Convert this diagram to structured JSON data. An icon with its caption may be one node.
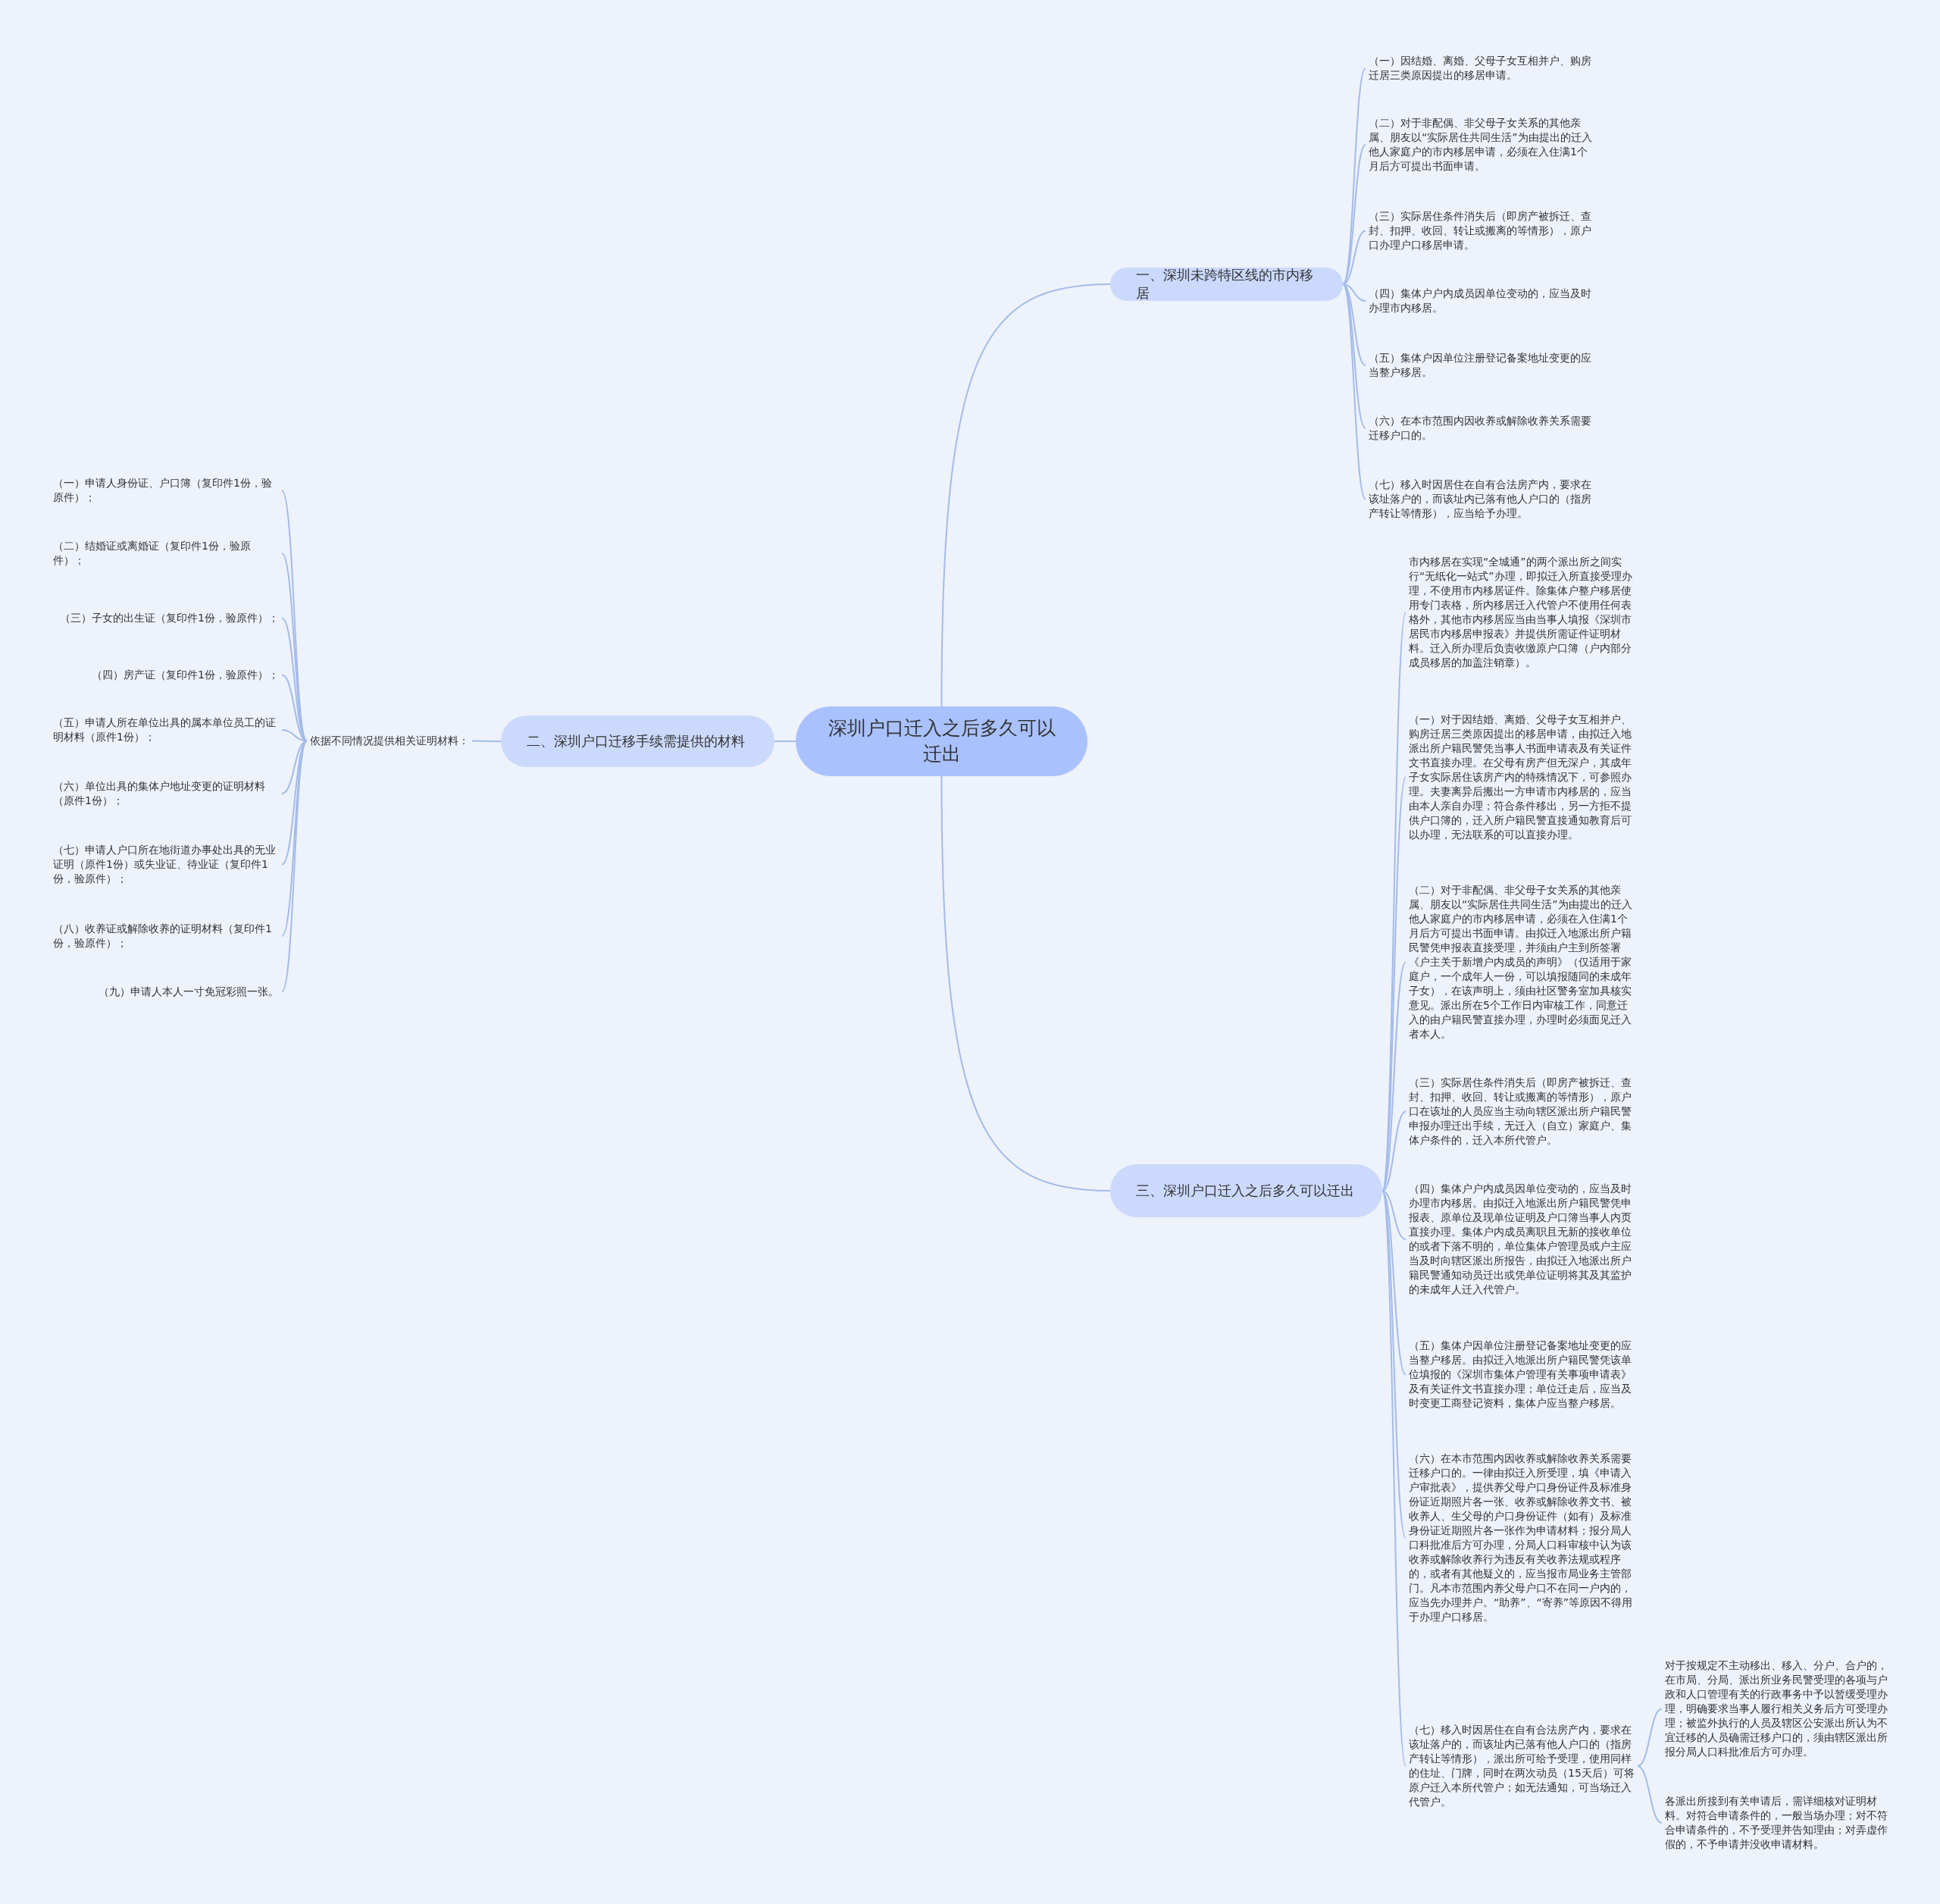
{
  "diagram": {
    "nodes": [
      {
        "text": [
          "深圳户口迁入之后多久可以迁出"
        ]
      },
      {
        "text": [
          "一、深圳未跨特区线的市内移居"
        ]
      },
      {
        "text": [
          "（一）因结婚、离婚、父母子女互相并户、购房迁居三类原因提出的移居申请。"
        ]
      },
      {
        "text": [
          "（二）对于非配偶、非父母子女关系的其他亲属、朋友以“实际居住共同生活”为由提出的迁入他人家庭户的市内移居申请，必须在入住满1个月后方可提出书面申请。"
        ]
      },
      {
        "text": [
          "（三）实际居住条件消失后（即房产被拆迁、查封、扣押、收回、转让或搬离的等情形），原户口办理户口移居申请。"
        ]
      },
      {
        "text": [
          "（四）集体户户内成员因单位变动的，应当及时办理市内移居。"
        ]
      },
      {
        "text": [
          "（五）集体户因单位注册登记备案地址变更的应当整户移居。"
        ]
      },
      {
        "text": [
          "（六）在本市范围内因收养或解除收养关系需要迁移户口的。"
        ]
      },
      {
        "text": [
          "（七）移入时因居住在自有合法房产内，要求在该址落户的，而该址内已落有他人户口的（指房产转让等情形），应当给予办理。"
        ]
      },
      {
        "text": [
          "二、深圳户口迁移手续需提供的材料"
        ]
      },
      {
        "text": [
          "依据不同情况提供相关证明材料："
        ]
      },
      {
        "text": [
          "（一）申请人身份证、户口簿（复印件1份，验原件）；"
        ]
      },
      {
        "text": [
          "（二）结婚证或离婚证（复印件1份，验原件）；"
        ]
      },
      {
        "text": [
          "（三）子女的出生证（复印件1份，验原件）；"
        ]
      },
      {
        "text": [
          "（四）房产证（复印件1份，验原件）；"
        ]
      },
      {
        "text": [
          "（五）申请人所在单位出具的属本单位员工的证明材料（原件1份）；"
        ]
      },
      {
        "text": [
          "（六）单位出具的集体户地址变更的证明材料（原件1份）；"
        ]
      },
      {
        "text": [
          "（七）申请人户口所在地街道办事处出具的无业证明（原件1份）或失业证、待业证（复印件1份，验原件）；"
        ]
      },
      {
        "text": [
          "（八）收养证或解除收养的证明材料（复印件1份，验原件）；"
        ]
      },
      {
        "text": [
          "（九）申请人本人一寸免冠彩照一张。"
        ]
      },
      {
        "text": [
          "三、深圳户口迁入之后多久可以迁出"
        ]
      },
      {
        "text": [
          "市内移居在实现“全城通”的两个派出所之间实行“无纸化一站式”办理，即拟迁入所直接受理办理，不使用市内移居证件。除集体户整户移居使用专门表格，所内移居迁入代管户不使用任何表格外，其他市内移居应当由当事人填报《深圳市居民市内移居申报表》并提供所需证件证明材料。迁入所办理后负责收缴原户口簿（户内部分成员移居的加盖注销章）。"
        ]
      },
      {
        "text": [
          "（一）对于因结婚、离婚、父母子女互相并户、购房迁居三类原因提出的移居申请，由拟迁入地派出所户籍民警凭当事人书面申请表及有关证件文书直接办理。在父母有房产但无深户，其成年子女实际居住该房产内的特殊情况下，可参照办理。夫妻离异后搬出一方申请市内移居的，应当由本人亲自办理；符合条件移出，另一方拒不提供户口簿的，迁入所户籍民警直接通知教育后可以办理，无法联系的可以直接办理。"
        ]
      },
      {
        "text": [
          "（二）对于非配偶、非父母子女关系的其他亲属、朋友以“实际居住共同生活”为由提出的迁入他人家庭户的市内移居申请，必须在入住满1个月后方可提出书面申请。由拟迁入地派出所户籍民警凭申报表直接受理，并须由户主到所签署《户主关于新增户内成员的声明》（仅适用于家庭户，一个成年人一份，可以填报随同的未成年子女），在该声明上，须由社区警务室加具核实意见。派出所在5个工作日内审核工作，同意迁入的由户籍民警直接办理，办理时必须面见迁入者本人。"
        ]
      },
      {
        "text": [
          "（三）实际居住条件消失后（即房产被拆迁、查封、扣押、收回、转让或搬离的等情形），原户口在该址的人员应当主动向辖区派出所户籍民警申报办理迁出手续，无迁入（自立）家庭户、集体户条件的，迁入本所代管户。"
        ]
      },
      {
        "text": [
          "（四）集体户户内成员因单位变动的，应当及时办理市内移居。由拟迁入地派出所户籍民警凭申报表、原单位及现单位证明及户口簿当事人内页直接办理。集体户内成员离职且无新的接收单位的或者下落不明的，单位集体户管理员或户主应当及时向辖区派出所报告，由拟迁入地派出所户籍民警通知动员迁出或凭单位证明将其及其监护的未成年人迁入代管户。"
        ]
      },
      {
        "text": [
          "（五）集体户因单位注册登记备案地址变更的应当整户移居。由拟迁入地派出所户籍民警凭该单位填报的《深圳市集体户管理有关事项申请表》及有关证件文书直接办理；单位迁走后，应当及时变更工商登记资料，集体户应当整户移居。"
        ]
      },
      {
        "text": [
          "（六）在本市范围内因收养或解除收养关系需要迁移户口的。一律由拟迁入所受理，填《申请入户审批表》，提供养父母户口身份证件及标准身份证近期照片各一张、收养或解除收养文书、被收养人、生父母的户口身份证件（如有）及标准身份证近期照片各一张作为申请材料；报分局人口科批准后方可办理，分局人口科审核中认为该收养或解除收养行为违反有关收养法规或程序的，或者有其他疑义的，应当报市局业务主管部门。凡本市范围内养父母户口不在同一户内的，应当先办理并户。“助养”、“寄养”等原因不得用于办理户口移居。"
        ]
      },
      {
        "text": [
          "（七）移入时因居住在自有合法房产内，要求在该址落户的，而该址内已落有他人户口的（指房产转让等情形），派出所可给予受理，使用同样的住址、门牌，同时在两次动员（15天后）可将原户迁入本所代管户；如无法通知，可当场迁入代管户。"
        ]
      },
      {
        "text": [
          "对于按规定不主动移出、移入、分户、合户的，在市局、分局、派出所业务民警受理的各项与户政和人口管理有关的行政事务中予以暂缓受理办理，明确要求当事人履行相关义务后方可受理办理；被监外执行的人员及辖区公安派出所认为不宜迁移的人员确需迁移户口的，须由辖区派出所报分局人口科批准后方可办理。"
        ]
      },
      {
        "text": [
          "各派出所接到有关申请后，需详细核对证明材料。对符合申请条件的，一般当场办理；对不符合申请条件的，不予受理并告知理由；对弄虚作假的，不予申请并没收申请材料。"
        ]
      }
    ],
    "edges": [
      {
        "from": 0,
        "to": 1,
        "arrow": "none"
      },
      {
        "from": 1,
        "to": 2,
        "arrow": "none"
      },
      {
        "from": 1,
        "to": 3,
        "arrow": "none"
      },
      {
        "from": 1,
        "to": 4,
        "arrow": "none"
      },
      {
        "from": 1,
        "to": 5,
        "arrow": "none"
      },
      {
        "from": 1,
        "to": 6,
        "arrow": "none"
      },
      {
        "from": 1,
        "to": 7,
        "arrow": "none"
      },
      {
        "from": 1,
        "to": 8,
        "arrow": "none"
      },
      {
        "from": 0,
        "to": 9,
        "arrow": "none"
      },
      {
        "from": 9,
        "to": 10,
        "arrow": "none"
      },
      {
        "from": 10,
        "to": 11,
        "arrow": "none"
      },
      {
        "from": 10,
        "to": 12,
        "arrow": "none"
      },
      {
        "from": 10,
        "to": 13,
        "arrow": "none"
      },
      {
        "from": 10,
        "to": 14,
        "arrow": "none"
      },
      {
        "from": 10,
        "to": 15,
        "arrow": "none"
      },
      {
        "from": 10,
        "to": 16,
        "arrow": "none"
      },
      {
        "from": 10,
        "to": 17,
        "arrow": "none"
      },
      {
        "from": 10,
        "to": 18,
        "arrow": "none"
      },
      {
        "from": 10,
        "to": 19,
        "arrow": "none"
      },
      {
        "from": 0,
        "to": 20,
        "arrow": "none"
      },
      {
        "from": 20,
        "to": 21,
        "arrow": "none"
      },
      {
        "from": 20,
        "to": 22,
        "arrow": "none"
      },
      {
        "from": 20,
        "to": 23,
        "arrow": "none"
      },
      {
        "from": 20,
        "to": 24,
        "arrow": "none"
      },
      {
        "from": 20,
        "to": 25,
        "arrow": "none"
      },
      {
        "from": 20,
        "to": 26,
        "arrow": "none"
      },
      {
        "from": 20,
        "to": 27,
        "arrow": "none"
      },
      {
        "from": 20,
        "to": 28,
        "arrow": "none"
      },
      {
        "from": 28,
        "to": 29,
        "arrow": "none"
      },
      {
        "from": 28,
        "to": 30,
        "arrow": "none"
      }
    ]
  }
}
